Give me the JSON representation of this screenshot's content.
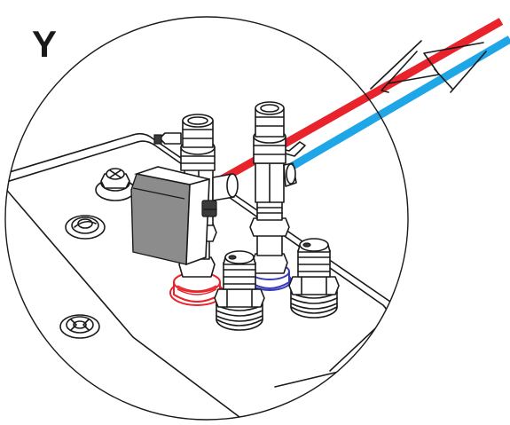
{
  "view_label": "Y",
  "colors": {
    "hot_pipe": "#e8232b",
    "cold_pipe": "#1ea6e6",
    "hot_ring": "#e8232b",
    "cold_ring": "#3a3ab8",
    "outline": "#1a1a1a",
    "actuator": "#8c8c8c"
  },
  "components": [
    {
      "name": "hot-water-pipe",
      "color": "hot_pipe"
    },
    {
      "name": "cold-water-pipe",
      "color": "cold_pipe"
    },
    {
      "name": "motorized-valve-actuator"
    },
    {
      "name": "ball-valve"
    },
    {
      "name": "threaded-connectors"
    },
    {
      "name": "red-sealing-ring"
    },
    {
      "name": "blue-sealing-ring"
    }
  ]
}
